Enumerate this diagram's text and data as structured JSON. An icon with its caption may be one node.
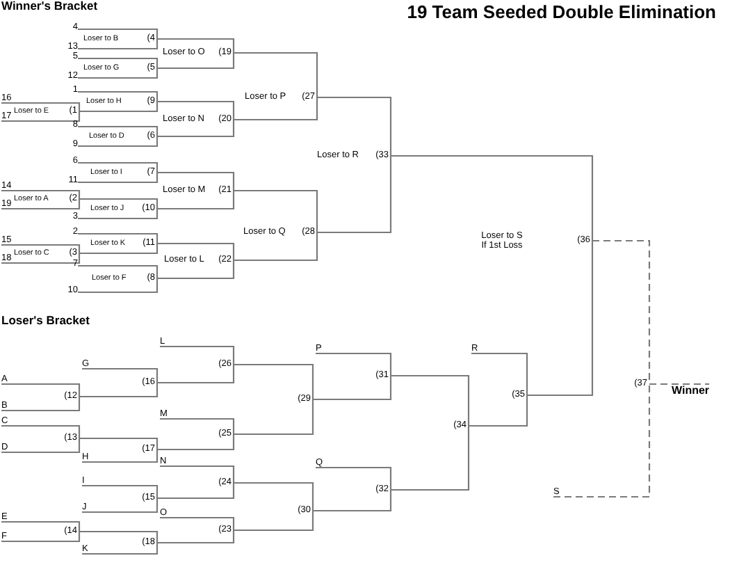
{
  "diagram": {
    "title": "19 Team Seeded Double Elimination",
    "nodes": [
      {
        "text": [
          "4"
        ]
      },
      {
        "text": [
          "(4"
        ],
        "beside": [
          "Loser to B"
        ]
      },
      {
        "text": [
          "13"
        ]
      },
      {
        "text": [
          "(19"
        ],
        "beside": [
          "Loser to O"
        ]
      },
      {
        "text": [
          "5"
        ]
      },
      {
        "text": [
          "(5"
        ],
        "beside": [
          "Loser to G"
        ]
      },
      {
        "text": [
          "12"
        ]
      },
      {
        "text": [
          "(27"
        ],
        "beside": [
          "Loser to P"
        ]
      },
      {
        "text": [
          "1"
        ]
      },
      {
        "text": [
          "16"
        ]
      },
      {
        "text": [
          "(9"
        ],
        "beside": [
          "Loser to H"
        ]
      },
      {
        "text": [
          "(1"
        ],
        "beside": [
          "Loser to E"
        ]
      },
      {
        "text": [
          "17"
        ]
      },
      {
        "text": [
          "(20"
        ],
        "beside": [
          "Loser to N"
        ]
      },
      {
        "text": [
          "8"
        ]
      },
      {
        "text": [
          "(6"
        ],
        "beside": [
          "Loser to D"
        ]
      },
      {
        "text": [
          "9"
        ]
      },
      {
        "text": [
          "(33"
        ],
        "beside": [
          "Loser to R"
        ]
      },
      {
        "text": [
          "6"
        ]
      },
      {
        "text": [
          "(7"
        ],
        "beside": [
          "Loser to I"
        ]
      },
      {
        "text": [
          "11"
        ]
      },
      {
        "text": [
          "14"
        ]
      },
      {
        "text": [
          "(21"
        ],
        "beside": [
          "Loser to M"
        ]
      },
      {
        "text": [
          "(2"
        ],
        "beside": [
          "Loser to A"
        ]
      },
      {
        "text": [
          "19"
        ]
      },
      {
        "text": [
          "(10"
        ],
        "beside": [
          "Loser to J"
        ]
      },
      {
        "text": [
          "3"
        ]
      },
      {
        "text": [
          "(28"
        ],
        "beside": [
          "Loser to Q"
        ]
      },
      {
        "text": [
          "2"
        ]
      },
      {
        "text": [
          "15"
        ]
      },
      {
        "text": [
          "(36"
        ],
        "beside": [
          "Loser to S If 1st Loss"
        ]
      },
      {
        "text": [
          "(11"
        ],
        "beside": [
          "Loser to K"
        ]
      },
      {
        "text": [
          "(3"
        ],
        "beside": [
          "Loser to C"
        ]
      },
      {
        "text": [
          "18"
        ]
      },
      {
        "text": [
          "(22"
        ],
        "beside": [
          "Loser to L"
        ]
      },
      {
        "text": [
          "7"
        ]
      },
      {
        "text": [
          "(8"
        ],
        "beside": [
          "Loser to F"
        ]
      },
      {
        "text": [
          "10"
        ]
      },
      {
        "text": [
          "L"
        ]
      },
      {
        "text": [
          "P"
        ]
      },
      {
        "text": [
          "R"
        ]
      },
      {
        "text": [
          "G"
        ]
      },
      {
        "text": [
          "(26"
        ]
      },
      {
        "text": [
          "A"
        ]
      },
      {
        "text": [
          "(31"
        ]
      },
      {
        "text": [
          "(37"
        ]
      },
      {
        "text": [
          "Winner"
        ]
      },
      {
        "text": [
          "(16"
        ]
      },
      {
        "text": [
          "(12"
        ]
      },
      {
        "text": [
          "(29"
        ]
      },
      {
        "text": [
          "(35"
        ]
      },
      {
        "text": [
          "B"
        ]
      },
      {
        "text": [
          "M"
        ]
      },
      {
        "text": [
          "C"
        ]
      },
      {
        "text": [
          "(34"
        ]
      },
      {
        "text": [
          "(25"
        ]
      },
      {
        "text": [
          "(13"
        ]
      },
      {
        "text": [
          "D"
        ]
      },
      {
        "text": [
          "(17"
        ]
      },
      {
        "text": [
          "H"
        ]
      },
      {
        "text": [
          "N"
        ]
      },
      {
        "text": [
          "Q"
        ]
      },
      {
        "text": [
          "I"
        ]
      },
      {
        "text": [
          "(24"
        ]
      },
      {
        "text": [
          "(32"
        ]
      },
      {
        "text": [
          "S"
        ]
      },
      {
        "text": [
          "(15"
        ]
      },
      {
        "text": [
          "J"
        ]
      },
      {
        "text": [
          "(30"
        ]
      },
      {
        "text": [
          "O"
        ]
      },
      {
        "text": [
          "E"
        ]
      },
      {
        "text": [
          "(23"
        ]
      },
      {
        "text": [
          "(14"
        ]
      },
      {
        "text": [
          "F"
        ]
      },
      {
        "text": [
          "(18"
        ]
      },
      {
        "text": [
          "K"
        ]
      }
    ],
    "edges": [
      {
        "from": 9,
        "to": 11,
        "arrow": "none"
      },
      {
        "from": 12,
        "to": 11,
        "arrow": "none"
      },
      {
        "from": 21,
        "to": 23,
        "arrow": "none"
      },
      {
        "from": 24,
        "to": 23,
        "arrow": "none"
      },
      {
        "from": 29,
        "to": 32,
        "arrow": "none"
      },
      {
        "from": 33,
        "to": 32,
        "arrow": "none"
      },
      {
        "from": 0,
        "to": 1,
        "arrow": "none"
      },
      {
        "from": 2,
        "to": 1,
        "arrow": "none"
      },
      {
        "from": 4,
        "to": 5,
        "arrow": "none"
      },
      {
        "from": 6,
        "to": 5,
        "arrow": "none"
      },
      {
        "from": 14,
        "to": 15,
        "arrow": "none"
      },
      {
        "from": 16,
        "to": 15,
        "arrow": "none"
      },
      {
        "from": 18,
        "to": 19,
        "arrow": "none"
      },
      {
        "from": 20,
        "to": 19,
        "arrow": "none"
      },
      {
        "from": 35,
        "to": 36,
        "arrow": "none"
      },
      {
        "from": 37,
        "to": 36,
        "arrow": "none"
      },
      {
        "from": 8,
        "to": 10,
        "arrow": "none"
      },
      {
        "from": 11,
        "to": 10,
        "arrow": "none"
      },
      {
        "from": 23,
        "to": 25,
        "arrow": "none"
      },
      {
        "from": 26,
        "to": 25,
        "arrow": "none"
      },
      {
        "from": 28,
        "to": 31,
        "arrow": "none"
      },
      {
        "from": 32,
        "to": 31,
        "arrow": "none"
      },
      {
        "from": 43,
        "to": 48,
        "arrow": "none"
      },
      {
        "from": 51,
        "to": 48,
        "arrow": "none"
      },
      {
        "from": 53,
        "to": 56,
        "arrow": "none"
      },
      {
        "from": 57,
        "to": 56,
        "arrow": "none"
      },
      {
        "from": 70,
        "to": 72,
        "arrow": "none"
      },
      {
        "from": 73,
        "to": 72,
        "arrow": "none"
      },
      {
        "from": 62,
        "to": 66,
        "arrow": "none"
      },
      {
        "from": 67,
        "to": 66,
        "arrow": "none"
      },
      {
        "from": 41,
        "to": 47,
        "arrow": "none"
      },
      {
        "from": 48,
        "to": 47,
        "arrow": "none"
      },
      {
        "from": 56,
        "to": 58,
        "arrow": "none"
      },
      {
        "from": 59,
        "to": 58,
        "arrow": "none"
      },
      {
        "from": 72,
        "to": 74,
        "arrow": "none"
      },
      {
        "from": 75,
        "to": 74,
        "arrow": "none"
      },
      {
        "from": 1,
        "to": 3,
        "arrow": "none"
      },
      {
        "from": 5,
        "to": 3,
        "arrow": "none"
      },
      {
        "from": 10,
        "to": 13,
        "arrow": "none"
      },
      {
        "from": 15,
        "to": 13,
        "arrow": "none"
      },
      {
        "from": 19,
        "to": 22,
        "arrow": "none"
      },
      {
        "from": 25,
        "to": 22,
        "arrow": "none"
      },
      {
        "from": 31,
        "to": 34,
        "arrow": "none"
      },
      {
        "from": 36,
        "to": 34,
        "arrow": "none"
      },
      {
        "from": 69,
        "to": 71,
        "arrow": "none"
      },
      {
        "from": 74,
        "to": 71,
        "arrow": "none"
      },
      {
        "from": 60,
        "to": 63,
        "arrow": "none"
      },
      {
        "from": 66,
        "to": 63,
        "arrow": "none"
      },
      {
        "from": 52,
        "to": 55,
        "arrow": "none"
      },
      {
        "from": 58,
        "to": 55,
        "arrow": "none"
      },
      {
        "from": 38,
        "to": 42,
        "arrow": "none"
      },
      {
        "from": 47,
        "to": 42,
        "arrow": "none"
      },
      {
        "from": 3,
        "to": 7,
        "arrow": "none"
      },
      {
        "from": 13,
        "to": 7,
        "arrow": "none"
      },
      {
        "from": 22,
        "to": 27,
        "arrow": "none"
      },
      {
        "from": 34,
        "to": 27,
        "arrow": "none"
      },
      {
        "from": 42,
        "to": 49,
        "arrow": "none"
      },
      {
        "from": 55,
        "to": 49,
        "arrow": "none"
      },
      {
        "from": 63,
        "to": 68,
        "arrow": "none"
      },
      {
        "from": 71,
        "to": 68,
        "arrow": "none"
      },
      {
        "from": 39,
        "to": 44,
        "arrow": "none"
      },
      {
        "from": 49,
        "to": 44,
        "arrow": "none"
      },
      {
        "from": 61,
        "to": 64,
        "arrow": "none"
      },
      {
        "from": 68,
        "to": 64,
        "arrow": "none"
      },
      {
        "from": 7,
        "to": 17,
        "arrow": "none"
      },
      {
        "from": 27,
        "to": 17,
        "arrow": "none"
      },
      {
        "from": 44,
        "to": 54,
        "arrow": "none"
      },
      {
        "from": 64,
        "to": 54,
        "arrow": "none"
      },
      {
        "from": 40,
        "to": 50,
        "arrow": "none"
      },
      {
        "from": 54,
        "to": 50,
        "arrow": "none"
      },
      {
        "from": 17,
        "to": 30,
        "arrow": "none"
      },
      {
        "from": 50,
        "to": 30,
        "arrow": "none"
      },
      {
        "from": 30,
        "to": 45,
        "arrow": "none",
        "style": "dashed"
      },
      {
        "from": 65,
        "to": 45,
        "arrow": "none",
        "style": "dashed"
      },
      {
        "from": 45,
        "to": 46,
        "arrow": "none",
        "style": "dashed"
      }
    ],
    "labels": [
      "Winner's Bracket",
      "Loser's Bracket"
    ]
  }
}
